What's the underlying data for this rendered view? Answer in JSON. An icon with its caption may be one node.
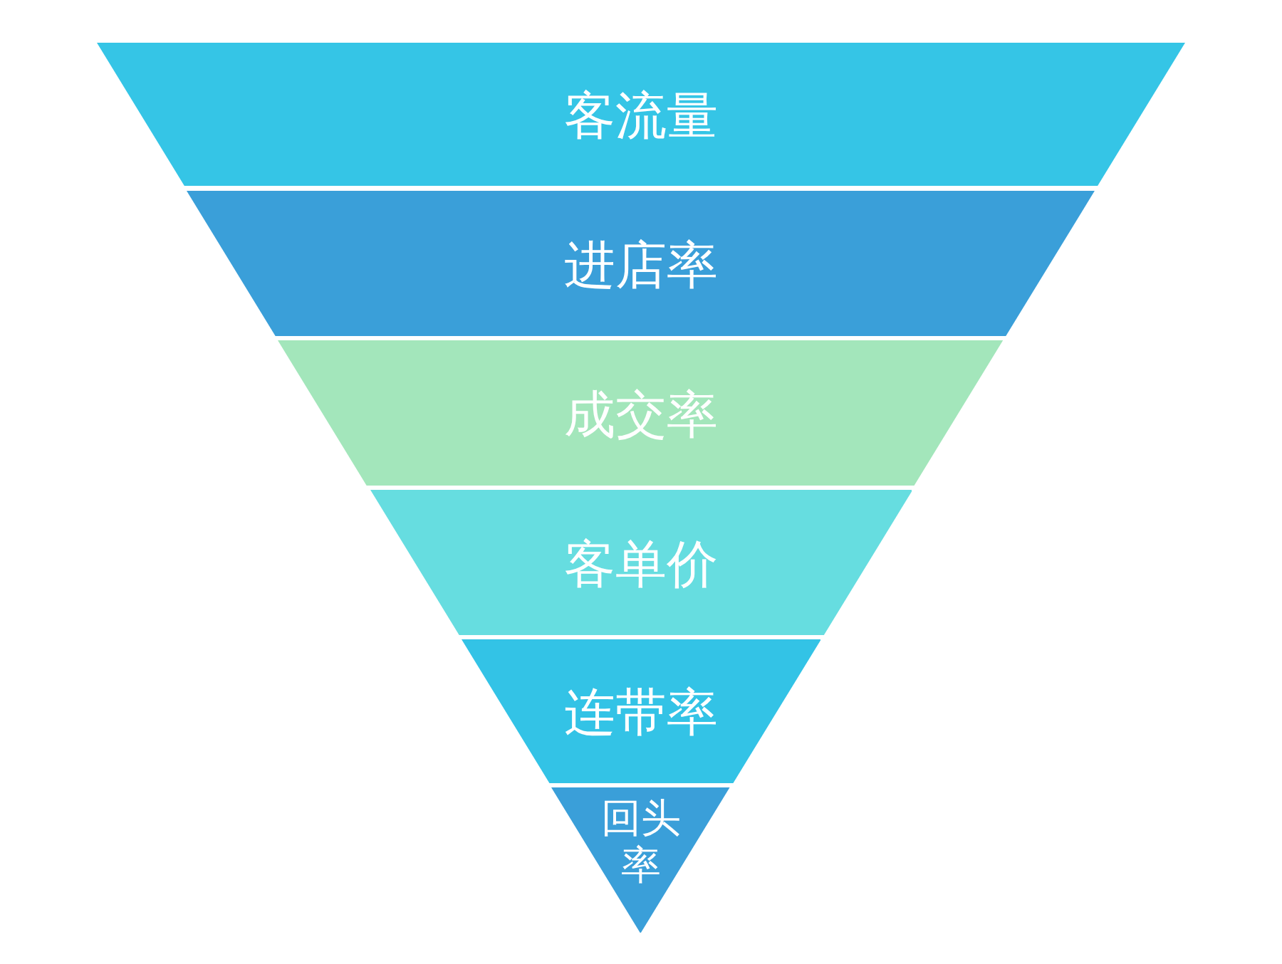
{
  "diagram": {
    "nodes": [
      {
        "text": [
          "客流量"
        ]
      },
      {
        "text": [
          "进店率"
        ]
      },
      {
        "text": [
          "成交率"
        ]
      },
      {
        "text": [
          "客单价"
        ]
      },
      {
        "text": [
          "连带率"
        ]
      },
      {
        "text": [
          "回头率"
        ]
      }
    ]
  }
}
